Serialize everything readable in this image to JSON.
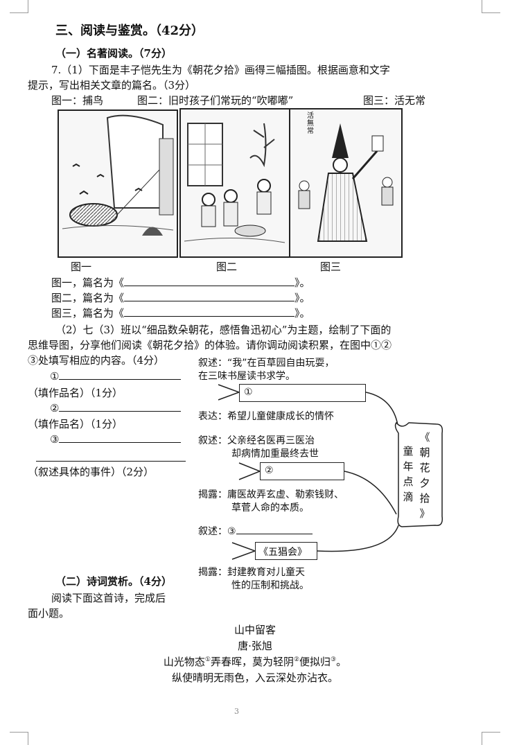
{
  "section": {
    "title": "三、阅读与鉴赏。（42分）"
  },
  "part1": {
    "heading": "（一）名著阅读。（7分）",
    "q7_line1": "7.（1）下面是丰子恺先生为《朝花夕拾》画得三幅插图。根据画意和文字",
    "q7_line2": "提示，写出相关文章的篇名。（3分）",
    "fig_captions": [
      "图一：捕鸟",
      "图二：旧时孩子们常玩的“吹嘟嘟”",
      "图三：活无常"
    ],
    "fig_labels": [
      "图一",
      "图二",
      "图三"
    ],
    "answers": [
      {
        "prefix": "图一，篇名为《",
        "suffix": "》。"
      },
      {
        "prefix": "图二，篇名为《",
        "suffix": "》。"
      },
      {
        "prefix": "图三，篇名为《",
        "suffix": "》。"
      }
    ],
    "q2_line1": "（2）七（3）班以“细品数朵朝花，感悟鲁迅初心”为主题，绘制了下面的",
    "q2_line2": "思维导图，分享他们阅读《朝花夕拾》的体验。请你调动阅读积累，在图中①②",
    "q2_line3": "③处填写相应的内容。（4分）",
    "fill": [
      {
        "num": "①",
        "note": "（填作品名）（1分）"
      },
      {
        "num": "②",
        "note": "（填作品名）（1分）"
      },
      {
        "num": "③",
        "note": "（叙述具体的事件）（2分）"
      }
    ]
  },
  "mindmap": {
    "narr1_a": "叙述：“我”在百草园自由玩耍，",
    "narr1_b": "在三味书屋读书求学。",
    "box1": "①",
    "express": "表达：希望儿童健康成长的情怀",
    "narr2_a": "叙述：父亲经名医再三医治",
    "narr2_b": "却病情加重最终去世",
    "box2": "②",
    "reveal1_a": "揭露：庸医故弄玄虚、勒索钱财、",
    "reveal1_b": "草菅人命的本质。",
    "narr3": "叙述：③",
    "box3": "《五猖会》",
    "reveal2_a": "揭露：封建教育对儿童天",
    "reveal2_b": "性的压制和挑战。",
    "right_col1": [
      "童",
      "年",
      "点",
      "滴"
    ],
    "right_col2": [
      "《",
      "朝",
      "花",
      "夕",
      "拾",
      "》"
    ]
  },
  "part2": {
    "heading": "（二）诗词赏析。（4分）",
    "intro_a": "阅读下面这首诗，完成后",
    "intro_b": "面小题。"
  },
  "poem": {
    "title": "山中留客",
    "author": "唐·张旭",
    "l1_a": "山光物态",
    "l1_s1": "①",
    "l1_b": "弄春晖，莫为轻阴",
    "l1_s2": "②",
    "l1_c": "便拟归",
    "l1_s3": "③",
    "l1_d": "。",
    "line2": "纵使晴明无雨色，入云深处亦沾衣。"
  },
  "page_number": "3",
  "fig3_inset_text": "活無常"
}
